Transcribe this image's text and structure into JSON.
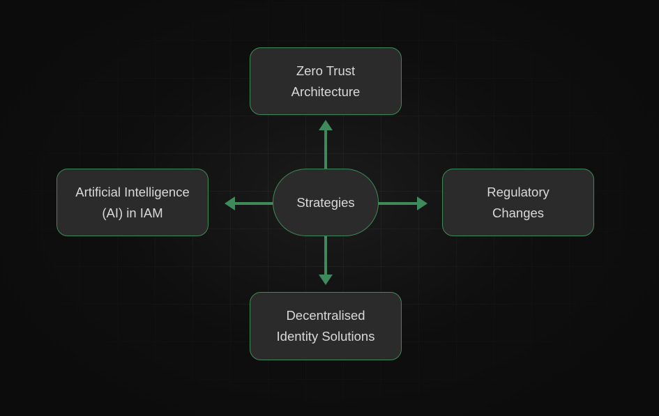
{
  "diagram": {
    "center": {
      "label": "Strategies"
    },
    "nodes": {
      "top": {
        "line1": "Zero Trust",
        "line2": "Architecture"
      },
      "left": {
        "line1": "Artificial Intelligence",
        "line2": "(AI) in IAM"
      },
      "right": {
        "line1": "Regulatory",
        "line2": "Changes"
      },
      "bottom": {
        "line1": "Decentralised",
        "line2": "Identity Solutions"
      }
    },
    "edges": [
      {
        "from": "Strategies",
        "to": "Zero Trust Architecture"
      },
      {
        "from": "Strategies",
        "to": "Artificial Intelligence (AI) in IAM"
      },
      {
        "from": "Strategies",
        "to": "Regulatory Changes"
      },
      {
        "from": "Strategies",
        "to": "Decentralised Identity Solutions"
      }
    ],
    "colors": {
      "background": "#0c0c0c",
      "node_fill": "#2b2b2b",
      "accent": "#3f8a5b",
      "text": "#d9d9d9"
    }
  }
}
